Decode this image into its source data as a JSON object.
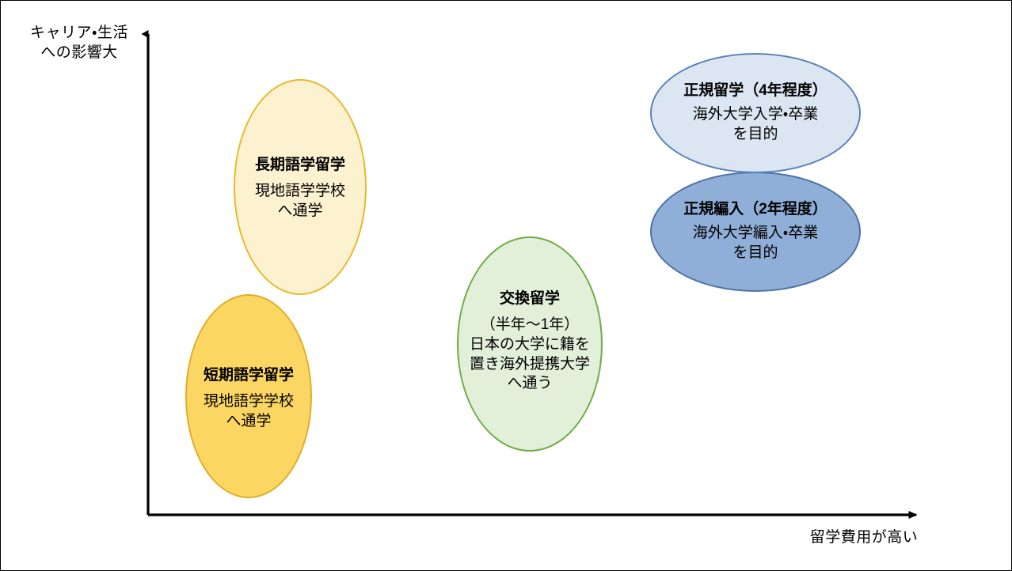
{
  "axes": {
    "y_label": "キャリア・生活\nへの影響大",
    "x_label": "留学費用が高い",
    "axis_color": "#000000"
  },
  "bubbles": [
    {
      "id": "long-term",
      "title": "長期語学留学",
      "body": "現地語学学校\nへ通学",
      "fill": "#FDF2D0",
      "stroke": "#E8B92B"
    },
    {
      "id": "short-term",
      "title": "短期語学留学",
      "body": "現地語学学校\nへ通学",
      "fill": "#FCD662",
      "stroke": "#E0AE27"
    },
    {
      "id": "exchange",
      "title": "交換留学",
      "body": "（半年～1年）\n日本の大学に籍を\n置き海外提携大学\nへ通う",
      "fill": "#E2EFD9",
      "stroke": "#70AD47"
    },
    {
      "id": "degree",
      "title": "正規留学（4年程度）",
      "body": "海外大学入学・卒業\nを目的",
      "fill": "#DCE6F2",
      "stroke": "#5B83B8"
    },
    {
      "id": "transfer",
      "title": "正規編入（2年程度）",
      "body": "海外大学編入・卒業\nを目的",
      "fill": "#8FAFD8",
      "stroke": "#4E73A8"
    }
  ],
  "chart_data": {
    "type": "scatter",
    "title": "",
    "xlabel": "留学費用が高い",
    "ylabel": "キャリア・生活への影響大",
    "grid": false,
    "legend": "none",
    "xlim": [
      0,
      100
    ],
    "ylim": [
      0,
      100
    ],
    "points": [
      {
        "label": "長期語学留学",
        "x": 19,
        "y": 62,
        "size_x": 17,
        "size_y": 44
      },
      {
        "label": "短期語学留学",
        "x": 13,
        "y": 19,
        "size_x": 16,
        "size_y": 42
      },
      {
        "label": "交換留学",
        "x": 48,
        "y": 30,
        "size_x": 19,
        "size_y": 44
      },
      {
        "label": "正規留学（4年程度）",
        "x": 78,
        "y": 85,
        "size_x": 27,
        "size_y": 25
      },
      {
        "label": "正規編入（2年程度）",
        "x": 78,
        "y": 61,
        "size_x": 27,
        "size_y": 25
      }
    ]
  }
}
